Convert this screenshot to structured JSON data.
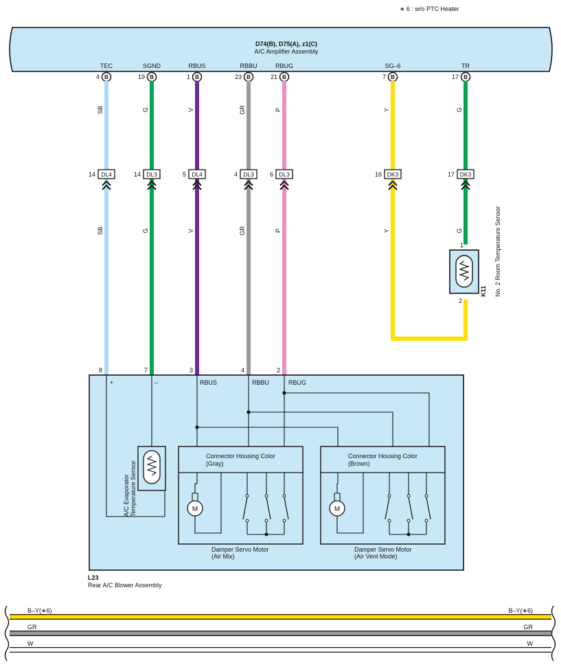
{
  "note": "∗ 6 : w/o PTC Heater",
  "amplifier": {
    "code": "D74(B), D75(A), z1(C)",
    "name": "A/C Amplifier Assembly",
    "terminal_letter": "B"
  },
  "terminals": [
    {
      "name": "TEC",
      "pin": "4",
      "wire": "SB",
      "color": "#a6dcf5",
      "junction": {
        "pin": "14",
        "conn": "DL4"
      },
      "lower_pin": "8"
    },
    {
      "name": "SGND",
      "pin": "19",
      "wire": "G",
      "color": "#00a651",
      "junction": {
        "pin": "14",
        "conn": "DL3"
      },
      "lower_pin": "7"
    },
    {
      "name": "RBUS",
      "pin": "1",
      "wire": "V",
      "color": "#6c2c91",
      "junction": {
        "pin": "5",
        "conn": "DL4"
      },
      "lower_pin": "3"
    },
    {
      "name": "RBBU",
      "pin": "23",
      "wire": "GR",
      "color": "#9a9a9a",
      "junction": {
        "pin": "4",
        "conn": "DL3"
      },
      "lower_pin": "4"
    },
    {
      "name": "RBUG",
      "pin": "21",
      "wire": "P",
      "color": "#ee8fc3",
      "junction": {
        "pin": "6",
        "conn": "DL3"
      },
      "lower_pin": "2"
    },
    {
      "name": "SG–6",
      "pin": "7",
      "wire": "Y",
      "color": "#ffde00",
      "junction": {
        "pin": "16",
        "conn": "DK3"
      }
    },
    {
      "name": "TR",
      "pin": "17",
      "wire": "G",
      "color": "#00a651",
      "junction": {
        "pin": "17",
        "conn": "DK3"
      }
    }
  ],
  "room_sensor": {
    "code": "K11",
    "name": "No. 2 Room Temperature Sensor",
    "pin_top": "1",
    "pin_bottom": "2"
  },
  "blower": {
    "code": "L23",
    "name": "Rear A/C Blower Assembly",
    "plus": "+",
    "minus": "–",
    "labels": [
      "RBUS",
      "RBBU",
      "RBUG"
    ],
    "evap_sensor": "A/C Evaporator Temperature Sensor",
    "left_housing": "Connector Housing Color (Gray)",
    "right_housing": "Connector Housing Color (Brown)",
    "left_motor": "Damper Servo Motor (Air Mix)",
    "right_motor": "Damper Servo Motor (Air Vent Mode)",
    "motor_symbol": "M"
  },
  "bottom_wires": [
    {
      "label": "B–Y(∗6)",
      "color": "#ffde00"
    },
    {
      "label": "GR",
      "color": "#9a9a9a"
    },
    {
      "label": "W",
      "color": "#ffffff"
    }
  ],
  "colors": {
    "component_fill": "#c8e8f8",
    "outline": "#111111"
  }
}
